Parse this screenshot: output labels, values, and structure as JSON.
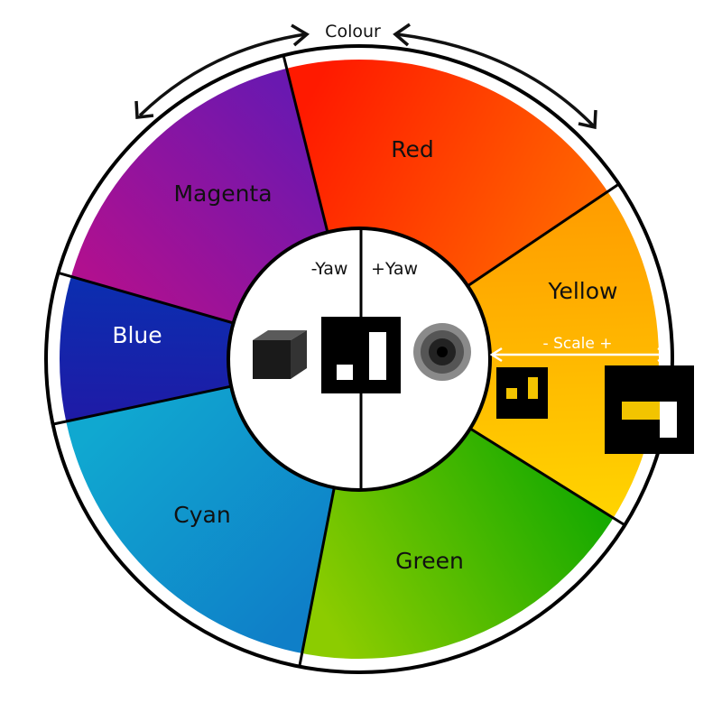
{
  "diagram": {
    "top_label": "Colour",
    "center": {
      "minus_yaw": "-Yaw",
      "plus_yaw": "+Yaw"
    },
    "scale_label": "- Scale +",
    "segments": [
      {
        "label": "Red",
        "color": "#ff1a00",
        "color2": "#ff6a00"
      },
      {
        "label": "Yellow",
        "color": "#ff9a00",
        "color2": "#ffd500"
      },
      {
        "label": "Green",
        "color": "#11a800",
        "color2": "#8ccc00"
      },
      {
        "label": "Cyan",
        "color": "#0f7fc8",
        "color2": "#10a8d0"
      },
      {
        "label": "Blue",
        "color": "#1f1aa6",
        "color2": "#0a2fb0"
      },
      {
        "label": "Magenta",
        "color": "#b0108f",
        "color2": "#6a18b0"
      }
    ],
    "icons": [
      "cube-icon",
      "marker-icon",
      "sphere-icon",
      "small-marker-icon",
      "large-marker-icon"
    ]
  }
}
